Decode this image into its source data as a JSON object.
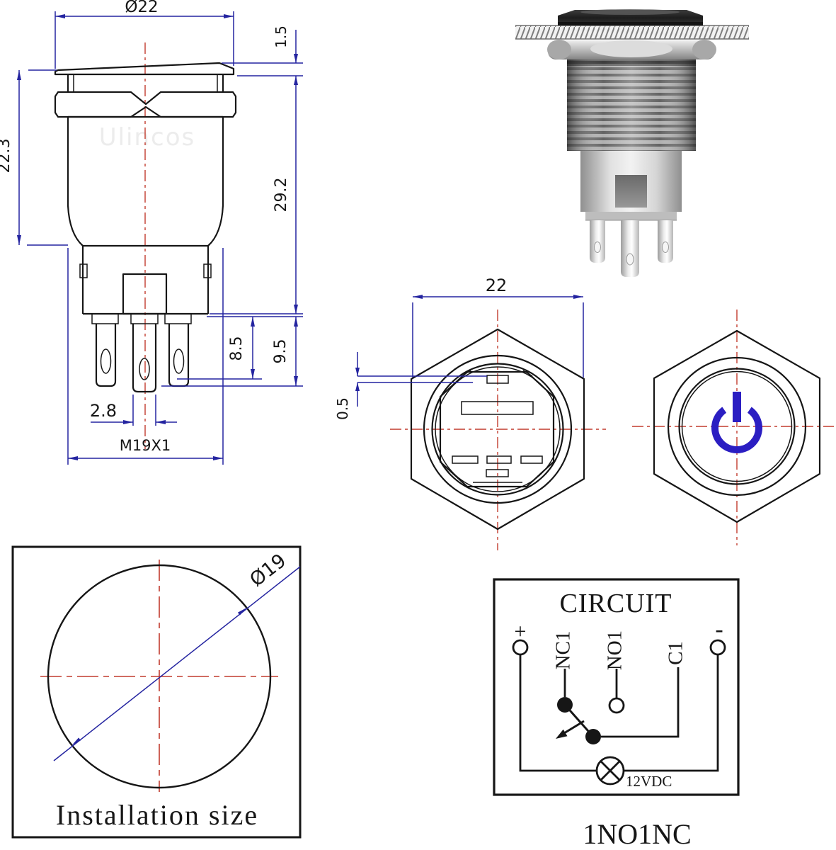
{
  "side_view": {
    "watermark": "Ulincos",
    "dim_diameter": "Ø22",
    "dim_cap_thickness": "1.5",
    "dim_upper_height": "22.3",
    "dim_total_height": "29.2",
    "dim_terminal_side": "8.5",
    "dim_terminal_center": "9.5",
    "dim_pin_width": "2.8",
    "dim_thread": "M19X1"
  },
  "back_view": {
    "dim_across_flats": "22",
    "dim_tab_height": "0.5"
  },
  "installation_view": {
    "dim_hole_diameter": "Ø19",
    "caption": "Installation size"
  },
  "circuit_view": {
    "title": "CIRCUIT",
    "terminal_plus": "+",
    "terminal_minus": "-",
    "contact_nc": "NC1",
    "contact_no": "NO1",
    "contact_common": "C1",
    "lamp_label": "12VDC",
    "configuration": "1NO1NC"
  },
  "colors": {
    "outline_black": "#161616",
    "dimension_blue": "#2424a0",
    "centerline_red": "#c23b2e",
    "power_symbol_blue": "#2b1ec2"
  }
}
